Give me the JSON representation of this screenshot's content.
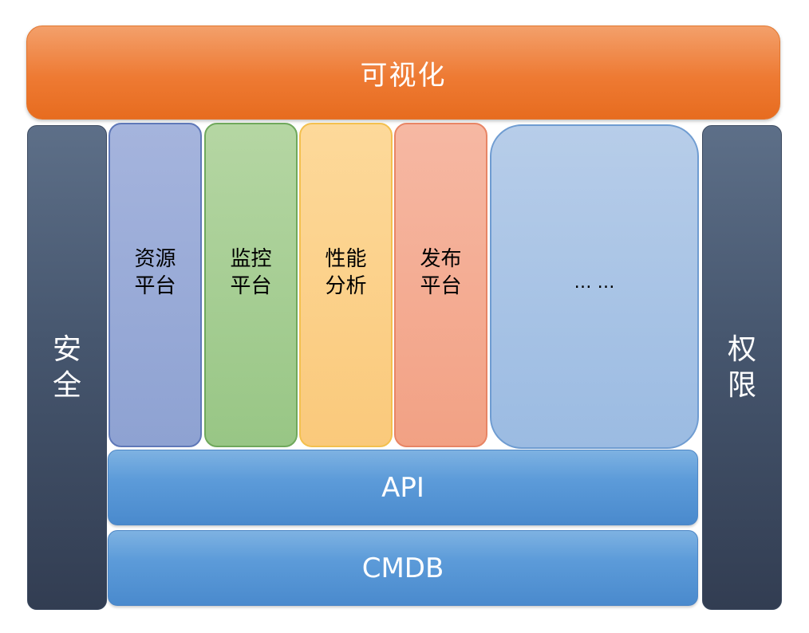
{
  "diagram": {
    "top_layer": {
      "label": "可视化"
    },
    "left_pillar": {
      "label": "安全"
    },
    "right_pillar": {
      "label": "权限"
    },
    "platforms": [
      {
        "label": "资源平台"
      },
      {
        "label": "监控平台"
      },
      {
        "label": "性能分析"
      },
      {
        "label": "发布平台"
      }
    ],
    "more": {
      "label": "… …"
    },
    "api_layer": {
      "label": "API"
    },
    "cmdb_layer": {
      "label": "CMDB"
    }
  },
  "colors": {
    "visualization": "#ee7a33",
    "pillars": "#46566e",
    "resource": "#8ea2d2",
    "monitor": "#98c685",
    "performance": "#fac97b",
    "release": "#f2a184",
    "more": "#9bbbe2",
    "layers": "#5c9bd9"
  }
}
